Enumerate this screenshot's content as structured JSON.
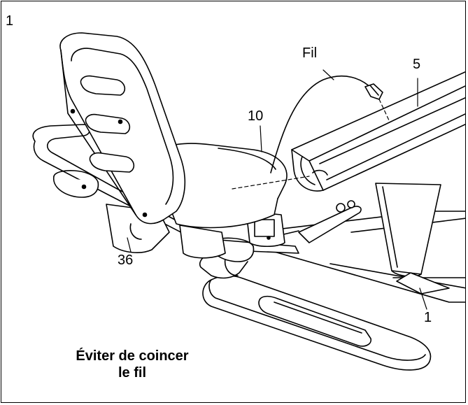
{
  "step_number": "1",
  "callouts": {
    "wire": "Fil",
    "part_5": "5",
    "part_10": "10",
    "part_36": "36",
    "part_1": "1"
  },
  "caution": {
    "line1": "Éviter de coincer",
    "line2": "le fil"
  },
  "colors": {
    "line": "#000000",
    "background": "#ffffff"
  }
}
